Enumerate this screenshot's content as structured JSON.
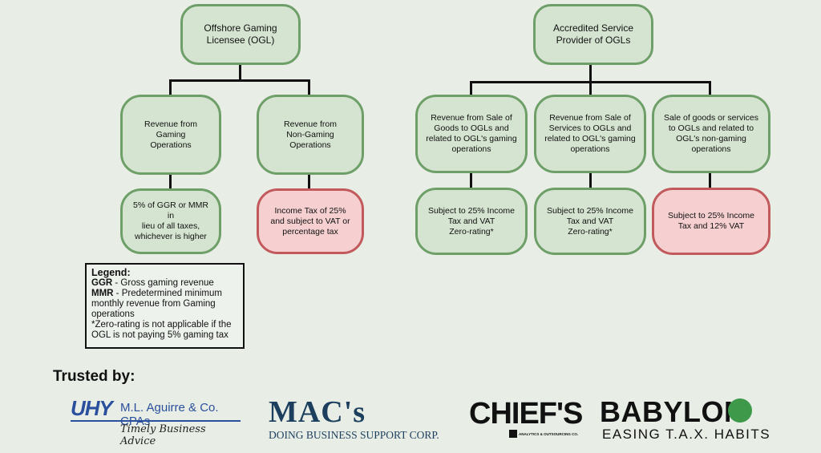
{
  "left_tree": {
    "root": "Offshore Gaming\nLicensee (OGL)",
    "children": [
      {
        "label": "Revenue from Gaming\nOperations",
        "result": "5% of GGR or MMR in\nlieu of all taxes,\nwhichever is higher"
      },
      {
        "label": "Revenue from\nNon-Gaming\nOperations",
        "result": "Income Tax of 25%\nand subject to VAT or\npercentage tax"
      }
    ]
  },
  "right_tree": {
    "root": "Accredited Service\nProvider of OGLs",
    "children": [
      {
        "label": "Revenue from Sale of\nGoods to OGLs and\nrelated to OGL's gaming\noperations",
        "result": "Subject to 25% Income\nTax and VAT\nZero-rating*"
      },
      {
        "label": "Revenue from Sale of\nServices to OGLs and\nrelated to OGL's gaming\noperations",
        "result": "Subject to 25% Income\nTax and VAT\nZero-rating*"
      },
      {
        "label": "Sale of goods or services\nto OGLs and related to\nOGL's non-gaming\noperations",
        "result": "Subject to 25% Income\nTax and 12% VAT"
      }
    ]
  },
  "legend": {
    "title": "Legend:",
    "ggr_term": "GGR",
    "ggr_def": " - Gross gaming revenue",
    "mmr_term": "MMR",
    "mmr_def": " - Predetermined minimum monthly revenue from Gaming operations",
    "note": "*Zero-rating is not applicable if the OGL is not paying 5% gaming tax"
  },
  "trusted_label": "Trusted by:",
  "logos": {
    "uhy": {
      "mark": "UHY",
      "name": "M.L. Aguirre & Co. CPAs",
      "tagline": "Timely Business Advice"
    },
    "macs": {
      "mark": "MAC's",
      "subtitle": "DOING BUSINESS SUPPORT CORP."
    },
    "chiefs": {
      "mark": "CHIEF'S",
      "subtitle": "ANALYTICS & OUTSOURCING CO."
    },
    "babylon": {
      "mark": "BABYLON",
      "subtitle": "EASING T.A.X. HABITS"
    }
  },
  "colors": {
    "green_fill": "#d5e4d0",
    "green_border": "#6e9f68",
    "red_fill": "#f6d0d1",
    "red_border": "#c25a5d",
    "background": "#e8eee6"
  }
}
